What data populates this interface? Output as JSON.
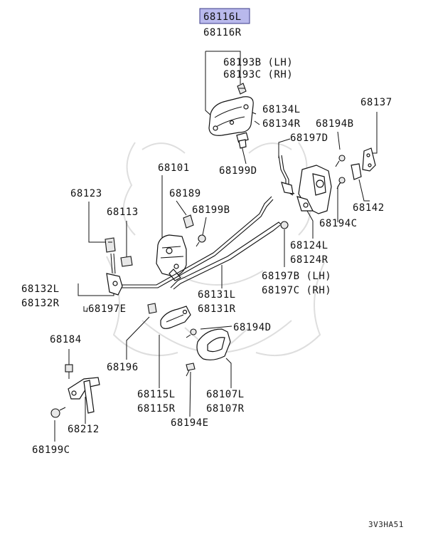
{
  "diagram": {
    "highlighted_label": "68116L",
    "labels": {
      "p68116R": "68116R",
      "p68193B": "68193B (LH)",
      "p68193C": "68193C (RH)",
      "p68134L": "68134L",
      "p68134R": "68134R",
      "p68137": "68137",
      "p68194B": "68194B",
      "p68197D": "68197D",
      "p68199D": "68199D",
      "p68101": "68101",
      "p68189": "68189",
      "p68123": "68123",
      "p68113": "68113",
      "p68199B": "68199B",
      "p68142": "68142",
      "p68194C": "68194C",
      "p68124L": "68124L",
      "p68124R": "68124R",
      "p68197B": "68197B (LH)",
      "p68197C": "68197C (RH)",
      "p68132L": "68132L",
      "p68132R": "68132R",
      "p68197E": "68197E",
      "p68131L": "68131L",
      "p68131R": "68131R",
      "p68194D": "68194D",
      "p68184": "68184",
      "p68196": "68196",
      "p68115L": "68115L",
      "p68115R": "68115R",
      "p68107L": "68107L",
      "p68107R": "68107R",
      "p68194E": "68194E",
      "p68212": "68212",
      "p68199C": "68199C"
    },
    "diagram_code": "3V3HA51"
  }
}
